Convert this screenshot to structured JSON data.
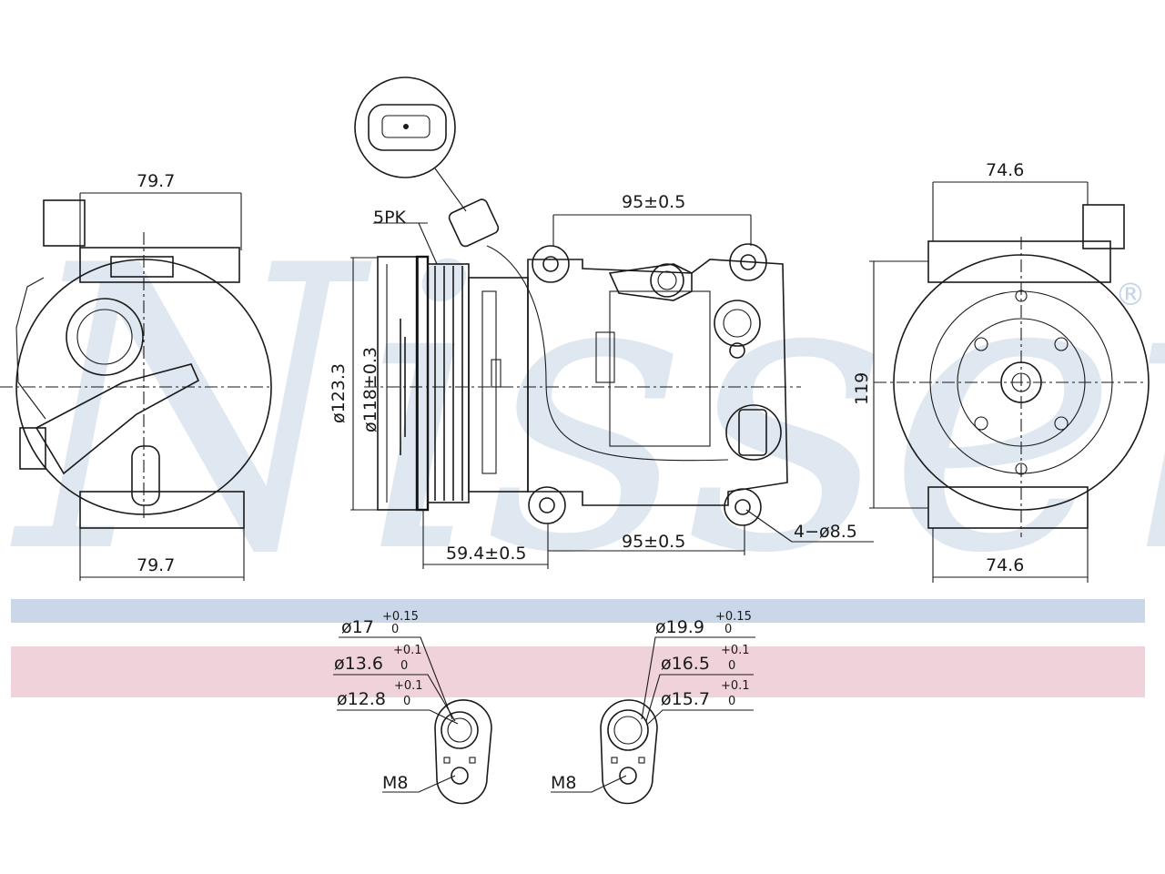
{
  "brand": {
    "watermark": "Nissens",
    "registered": "®",
    "colors": {
      "band_blue": "#c9d7e8",
      "band_pink": "#f0d2da",
      "watermark": "#c5d4e6",
      "ink": "#1a1a1a"
    }
  },
  "dimensions": {
    "left_top_width": "79.7",
    "left_bottom_width": "79.7",
    "pulley_label": "5PK",
    "dia_outer": "ø123.3",
    "dia_pulley": "ø118±0.3",
    "top_spacing": "95±0.5",
    "bottom_spacing": "95±0.5",
    "offset": "59.4±0.5",
    "mount_holes": "4−ø8.5",
    "right_top_width": "74.6",
    "right_bottom_width": "74.6",
    "right_height": "119"
  },
  "fittings": {
    "left": {
      "d1": "ø17",
      "d1_tol_up": "+0.15",
      "d1_tol_lo": "0",
      "d2": "ø13.6",
      "d2_tol_up": "+0.1",
      "d2_tol_lo": "0",
      "d3": "ø12.8",
      "d3_tol_up": "+0.1",
      "d3_tol_lo": "0",
      "thread": "M8"
    },
    "right": {
      "d1": "ø19.9",
      "d1_tol_up": "+0.15",
      "d1_tol_lo": "0",
      "d2": "ø16.5",
      "d2_tol_up": "+0.1",
      "d2_tol_lo": "0",
      "d3": "ø15.7",
      "d3_tol_up": "+0.1",
      "d3_tol_lo": "0",
      "thread": "M8"
    }
  }
}
